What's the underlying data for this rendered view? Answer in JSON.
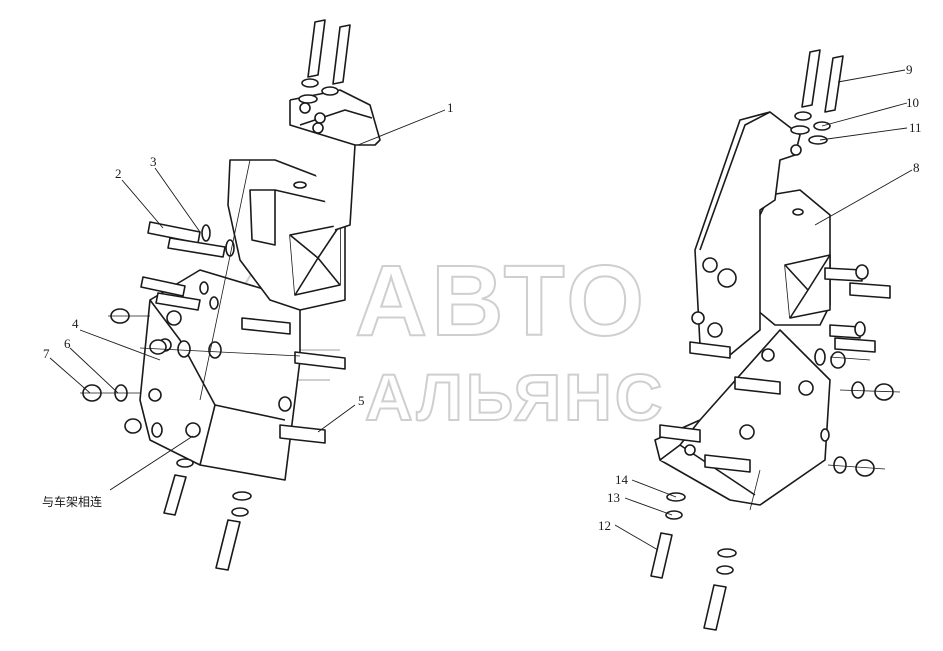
{
  "diagram": {
    "callouts": {
      "c1": "1",
      "c2": "2",
      "c3": "3",
      "c4": "4",
      "c5": "5",
      "c6": "6",
      "c7": "7",
      "c8": "8",
      "c9": "9",
      "c10": "10",
      "c11": "11",
      "c12": "12",
      "c13": "13",
      "c14": "14"
    },
    "frame_note": "与车架相连"
  },
  "watermark": {
    "line1": "АВТО",
    "line2": "АЛЬЯНС"
  },
  "colors": {
    "stroke": "#1a1a1a",
    "watermark": "#d6d6d6",
    "background": "#ffffff"
  }
}
